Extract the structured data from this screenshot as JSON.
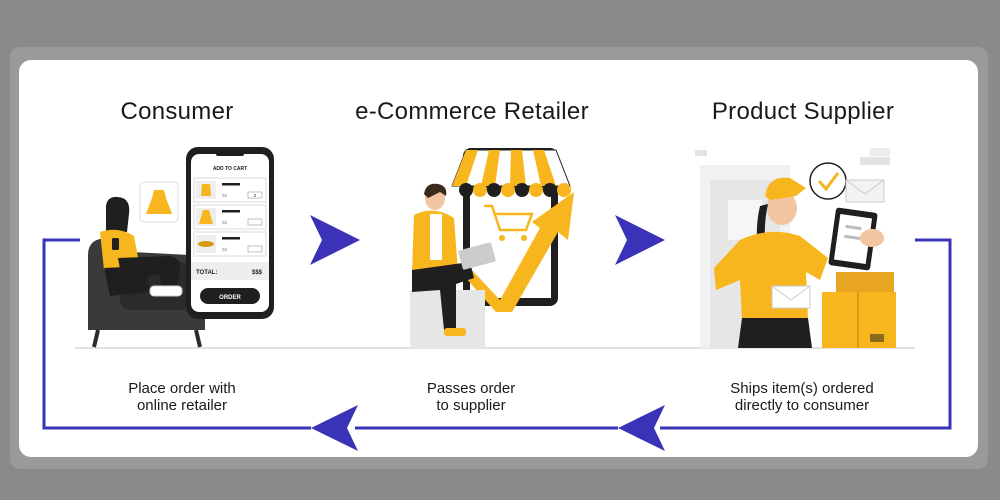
{
  "stages": [
    {
      "title": "Consumer",
      "caption_lines": [
        "Place order with",
        "online retailer"
      ]
    },
    {
      "title": "e-Commerce Retailer",
      "caption_lines": [
        "Passes order",
        "to supplier"
      ]
    },
    {
      "title": "Product Supplier",
      "caption_lines": [
        "Ships item(s) ordered",
        "directly to consumer"
      ]
    }
  ],
  "phone": {
    "header": "ADD TO CART",
    "total_label": "TOTAL:",
    "total_value": "$$$",
    "order_button": "ORDER",
    "price_mark": "$$",
    "qty_mark": "2"
  },
  "colors": {
    "arrow": "#3a33b8",
    "accent_yellow": "#f7b51e",
    "dark": "#1f1f1f"
  }
}
